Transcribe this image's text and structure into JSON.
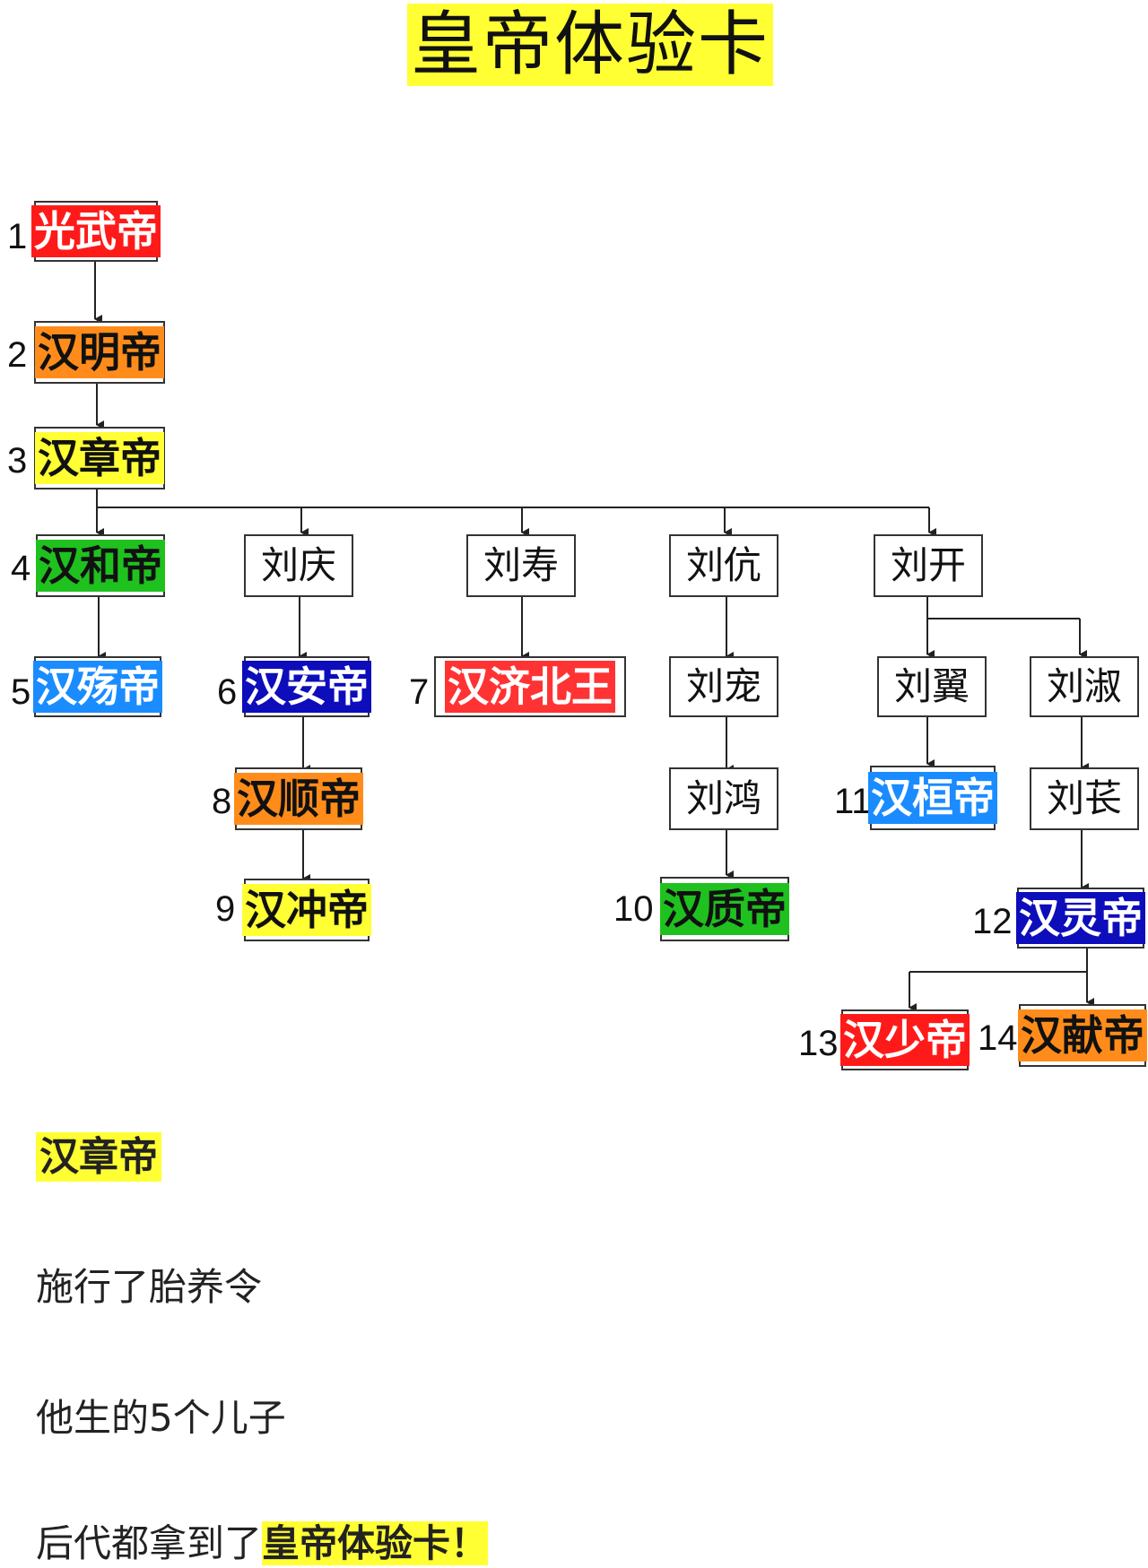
{
  "title": "皇帝体验卡",
  "colors": {
    "red": "#ff1a1a",
    "orange": "#ff8c1a",
    "yellow": "#ffff33",
    "green": "#1fc11f",
    "blue": "#1a8cff",
    "navy": "#0d0dbb",
    "white": "#ffffff"
  },
  "nodes": {
    "gwd": {
      "num": "1",
      "label": "光武帝",
      "fill": "#ff1a1a",
      "text": "#ffffff"
    },
    "hmd": {
      "num": "2",
      "label": "汉明帝",
      "fill": "#ff8c1a",
      "text": "#111111"
    },
    "hzd": {
      "num": "3",
      "label": "汉章帝",
      "fill": "#ffff33",
      "text": "#111111"
    },
    "hhd": {
      "num": "4",
      "label": "汉和帝",
      "fill": "#1fc11f",
      "text": "#111111"
    },
    "lq": {
      "num": "",
      "label": "刘庆"
    },
    "ls": {
      "num": "",
      "label": "刘寿"
    },
    "lk": {
      "num": "",
      "label": "刘伉"
    },
    "lkai": {
      "num": "",
      "label": "刘开"
    },
    "hshd": {
      "num": "5",
      "label": "汉殇帝",
      "fill": "#1a8cff",
      "text": "#ffffff"
    },
    "had": {
      "num": "6",
      "label": "汉安帝",
      "fill": "#0d0dbb",
      "text": "#ffffff"
    },
    "jbw": {
      "num": "7",
      "label": "汉济北王",
      "fill": "#ff3333",
      "text": "#ffffff"
    },
    "lc": {
      "num": "",
      "label": "刘宠"
    },
    "ly": {
      "num": "",
      "label": "刘翼"
    },
    "lsh": {
      "num": "",
      "label": "刘淑"
    },
    "hsud": {
      "num": "8",
      "label": "汉顺帝",
      "fill": "#ff8c1a",
      "text": "#111111"
    },
    "lh": {
      "num": "",
      "label": "刘鸿"
    },
    "hhud": {
      "num": "11",
      "label": "汉桓帝",
      "fill": "#1a8cff",
      "text": "#ffffff"
    },
    "lch": {
      "num": "",
      "label": "刘苌"
    },
    "hcd": {
      "num": "9",
      "label": "汉冲帝",
      "fill": "#ffff33",
      "text": "#111111"
    },
    "hzhd": {
      "num": "10",
      "label": "汉质帝",
      "fill": "#1fc11f",
      "text": "#111111"
    },
    "hld": {
      "num": "12",
      "label": "汉灵帝",
      "fill": "#0d0dbb",
      "text": "#ffffff"
    },
    "hsd": {
      "num": "13",
      "label": "汉少帝",
      "fill": "#ff1a1a",
      "text": "#ffffff"
    },
    "hxd": {
      "num": "14",
      "label": "汉献帝",
      "fill": "#ff8c1a",
      "text": "#111111"
    }
  },
  "text": {
    "heading": "汉章帝",
    "line1": "施行了胎养令",
    "line2": "他生的5个儿子",
    "line3_prefix": "后代都拿到了",
    "line3_highlight": "皇帝体验卡！"
  }
}
